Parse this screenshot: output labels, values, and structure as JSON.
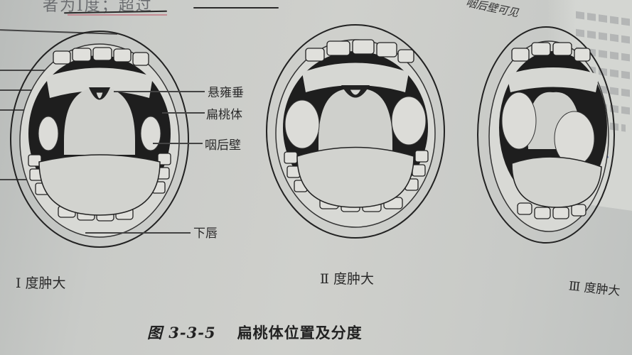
{
  "page": {
    "top_text": "者为Ⅰ度；超过",
    "handwriting": "咽后壁可见",
    "figure_number": "图 3-3-5",
    "figure_title": "扁桃体位置及分度"
  },
  "labels": {
    "uvula": "悬雍垂",
    "tonsil": "扁桃体",
    "posterior_pharyngeal_wall": "咽后壁",
    "lower_lip": "下唇"
  },
  "grades": [
    {
      "label": "Ⅰ 度肿大"
    },
    {
      "label": "Ⅱ 度肿大"
    },
    {
      "label": "Ⅲ 度肿大"
    }
  ],
  "colors": {
    "paper": "#cfd0cc",
    "ink": "#2a2a2a",
    "pen_red": "#c27b86",
    "pen_blue": "#3d5aa8"
  }
}
